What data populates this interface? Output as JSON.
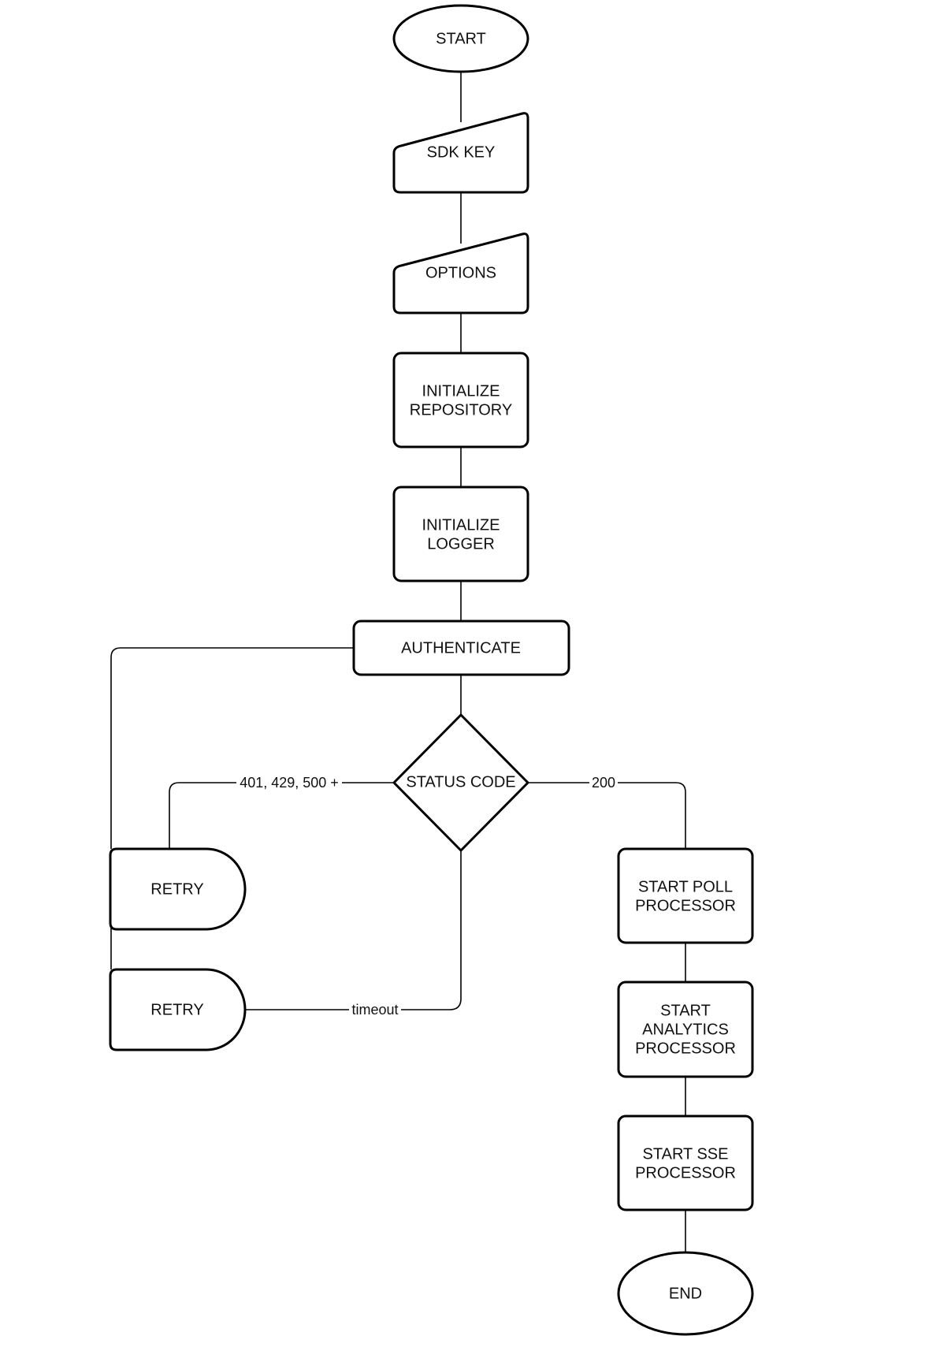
{
  "colors": {
    "stroke": "#000000",
    "fill": "#ffffff",
    "text": "#111111",
    "background": "#ffffff"
  },
  "nodes": {
    "start": {
      "label": "START"
    },
    "sdk_key": {
      "label": "SDK KEY"
    },
    "options": {
      "label": "OPTIONS"
    },
    "init_repository": {
      "line1": "INITIALIZE",
      "line2": "REPOSITORY"
    },
    "init_logger": {
      "line1": "INITIALIZE",
      "line2": "LOGGER"
    },
    "authenticate": {
      "label": "AUTHENTICATE"
    },
    "status_code": {
      "label": "STATUS CODE"
    },
    "retry_upper": {
      "label": "RETRY"
    },
    "retry_lower": {
      "label": "RETRY"
    },
    "start_poll": {
      "line1": "START POLL",
      "line2": "PROCESSOR"
    },
    "start_analytics": {
      "line1": "START",
      "line2": "ANALYTICS",
      "line3": "PROCESSOR"
    },
    "start_sse": {
      "line1": "START SSE",
      "line2": "PROCESSOR"
    },
    "end": {
      "label": "END"
    }
  },
  "edges": {
    "error_codes": "401, 429, 500 +",
    "success": "200",
    "timeout": "timeout"
  }
}
